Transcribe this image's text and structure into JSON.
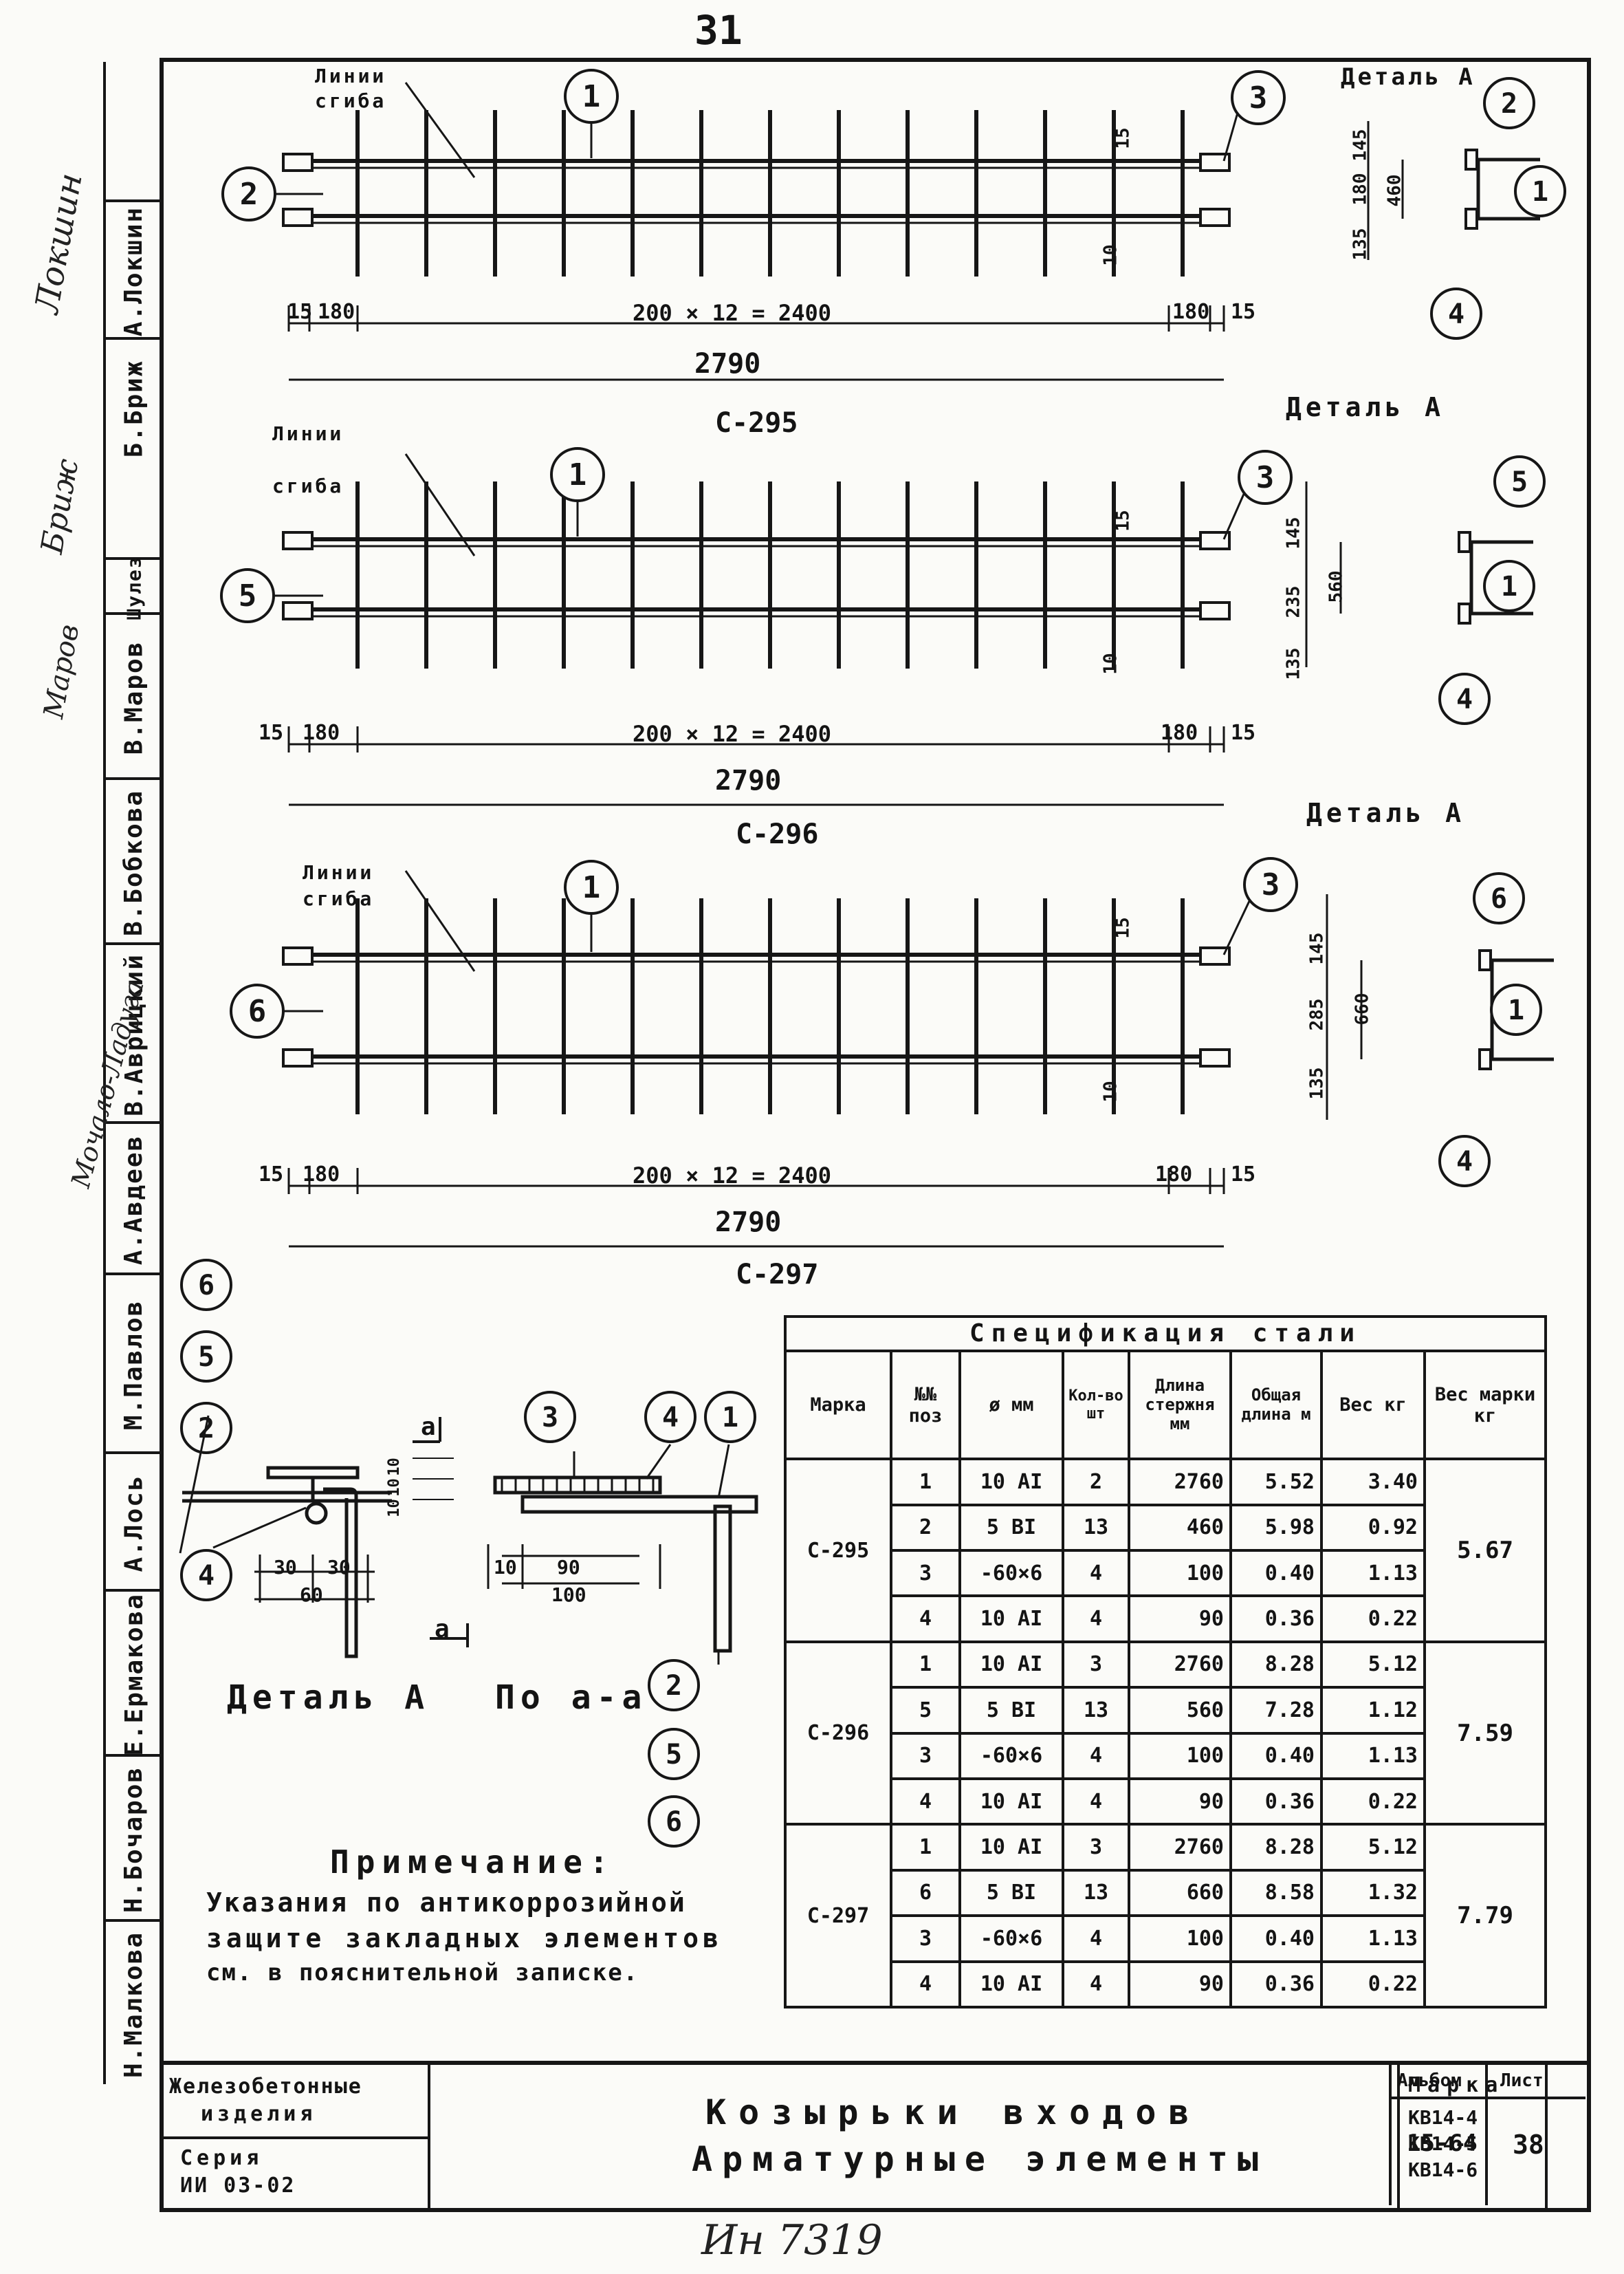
{
  "page_number": "31",
  "handwritten_inventory": "Ин 7319",
  "labels": {
    "weld_line": [
      "Линии",
      "сгиба"
    ],
    "detail_a": "Деталь А",
    "section_aa": "По а-а",
    "section_mark": "а"
  },
  "meshes": [
    {
      "mark": "С-295",
      "dim_chain": [
        "15",
        "180",
        "200 × 12 = 2400",
        "180",
        "15"
      ],
      "total": "2790",
      "positions": {
        "left": "2",
        "top": "1",
        "right": "3"
      },
      "spacing_labels": [
        "15",
        "10"
      ],
      "detail": {
        "dims": [
          "135",
          "180",
          "145"
        ],
        "height": "460",
        "callouts": [
          "2",
          "1",
          "4"
        ]
      }
    },
    {
      "mark": "С-296",
      "dim_chain": [
        "15",
        "180",
        "200 × 12 = 2400",
        "180",
        "15"
      ],
      "total": "2790",
      "positions": {
        "left": "5",
        "top": "1",
        "right": "3"
      },
      "spacing_labels": [
        "15",
        "10"
      ],
      "detail": {
        "dims": [
          "135",
          "235",
          "145"
        ],
        "height": "560",
        "callouts": [
          "5",
          "1",
          "4"
        ]
      }
    },
    {
      "mark": "С-297",
      "dim_chain": [
        "15",
        "180",
        "200 × 12 = 2400",
        "180",
        "15"
      ],
      "total": "2790",
      "positions": {
        "left": "6",
        "top": "1",
        "right": "3"
      },
      "spacing_labels": [
        "15",
        "10"
      ],
      "detail": {
        "dims": [
          "135",
          "285",
          "145"
        ],
        "height": "660",
        "callouts": [
          "6",
          "1",
          "4"
        ]
      }
    }
  ],
  "detail_a_bottom": {
    "callouts_left": [
      "6",
      "5",
      "2",
      "4"
    ],
    "dims": [
      "30",
      "30",
      "60"
    ],
    "vertical_dims": [
      "10",
      "10",
      "10"
    ]
  },
  "section_aa_bottom": {
    "callouts": [
      "3",
      "4",
      "1",
      "2",
      "5",
      "6"
    ],
    "dims": [
      "10",
      "90",
      "100"
    ]
  },
  "note": {
    "title": "Примечание:",
    "lines": [
      "Указания по антикоррозийной",
      "защите закладных элементов",
      "см. в пояснительной записке."
    ]
  },
  "spec_table": {
    "title": "Спецификация стали",
    "headers": [
      "Марка",
      "№№ поз",
      "ø мм",
      "Кол-во шт",
      "Длина стержня мм",
      "Общая длина м",
      "Вес кг",
      "Вес марки кг"
    ],
    "groups": [
      {
        "mark": "С-295",
        "total_weight": "5.67",
        "rows": [
          [
            "1",
            "10 АI",
            "2",
            "2760",
            "5.52",
            "3.40"
          ],
          [
            "2",
            "5 ВI",
            "13",
            "460",
            "5.98",
            "0.92"
          ],
          [
            "3",
            "-60×6",
            "4",
            "100",
            "0.40",
            "1.13"
          ],
          [
            "4",
            "10 АI",
            "4",
            "90",
            "0.36",
            "0.22"
          ]
        ]
      },
      {
        "mark": "С-296",
        "total_weight": "7.59",
        "rows": [
          [
            "1",
            "10 АI",
            "3",
            "2760",
            "8.28",
            "5.12"
          ],
          [
            "5",
            "5 ВI",
            "13",
            "560",
            "7.28",
            "1.12"
          ],
          [
            "3",
            "-60×6",
            "4",
            "100",
            "0.40",
            "1.13"
          ],
          [
            "4",
            "10 АI",
            "4",
            "90",
            "0.36",
            "0.22"
          ]
        ]
      },
      {
        "mark": "С-297",
        "total_weight": "7.79",
        "rows": [
          [
            "1",
            "10 АI",
            "3",
            "2760",
            "8.28",
            "5.12"
          ],
          [
            "6",
            "5 ВI",
            "13",
            "660",
            "8.58",
            "1.32"
          ],
          [
            "3",
            "-60×6",
            "4",
            "100",
            "0.40",
            "1.13"
          ],
          [
            "4",
            "10 АI",
            "4",
            "90",
            "0.36",
            "0.22"
          ]
        ]
      }
    ]
  },
  "sidebar_names": [
    "А.Локшин",
    "Б.Бриж",
    "Шулез",
    "В.Маров",
    "В.Бобкова",
    "В.Аврицкий",
    "А.Авдеев",
    "М.Павлов",
    "А.Лось",
    "Е.Ермакова",
    "Н.Бочаров",
    "Н.Малкова"
  ],
  "signatures": [
    "Локшин",
    "Бриж",
    "Маров",
    "Мочало-Ладуга"
  ],
  "stamp": {
    "product": [
      "Железобетонные",
      "изделия"
    ],
    "series_label": "Серия",
    "series": "ИИ 03-02",
    "title_1": "Козырьки входов",
    "title_2": "Арматурные элементы",
    "mark_label": "Марка",
    "marks": [
      "КВ14-4",
      "КВ14-5",
      "КВ14-6"
    ],
    "album_label": "Альбом",
    "album": "15-64",
    "sheet_label": "Лист",
    "sheet": "38"
  }
}
